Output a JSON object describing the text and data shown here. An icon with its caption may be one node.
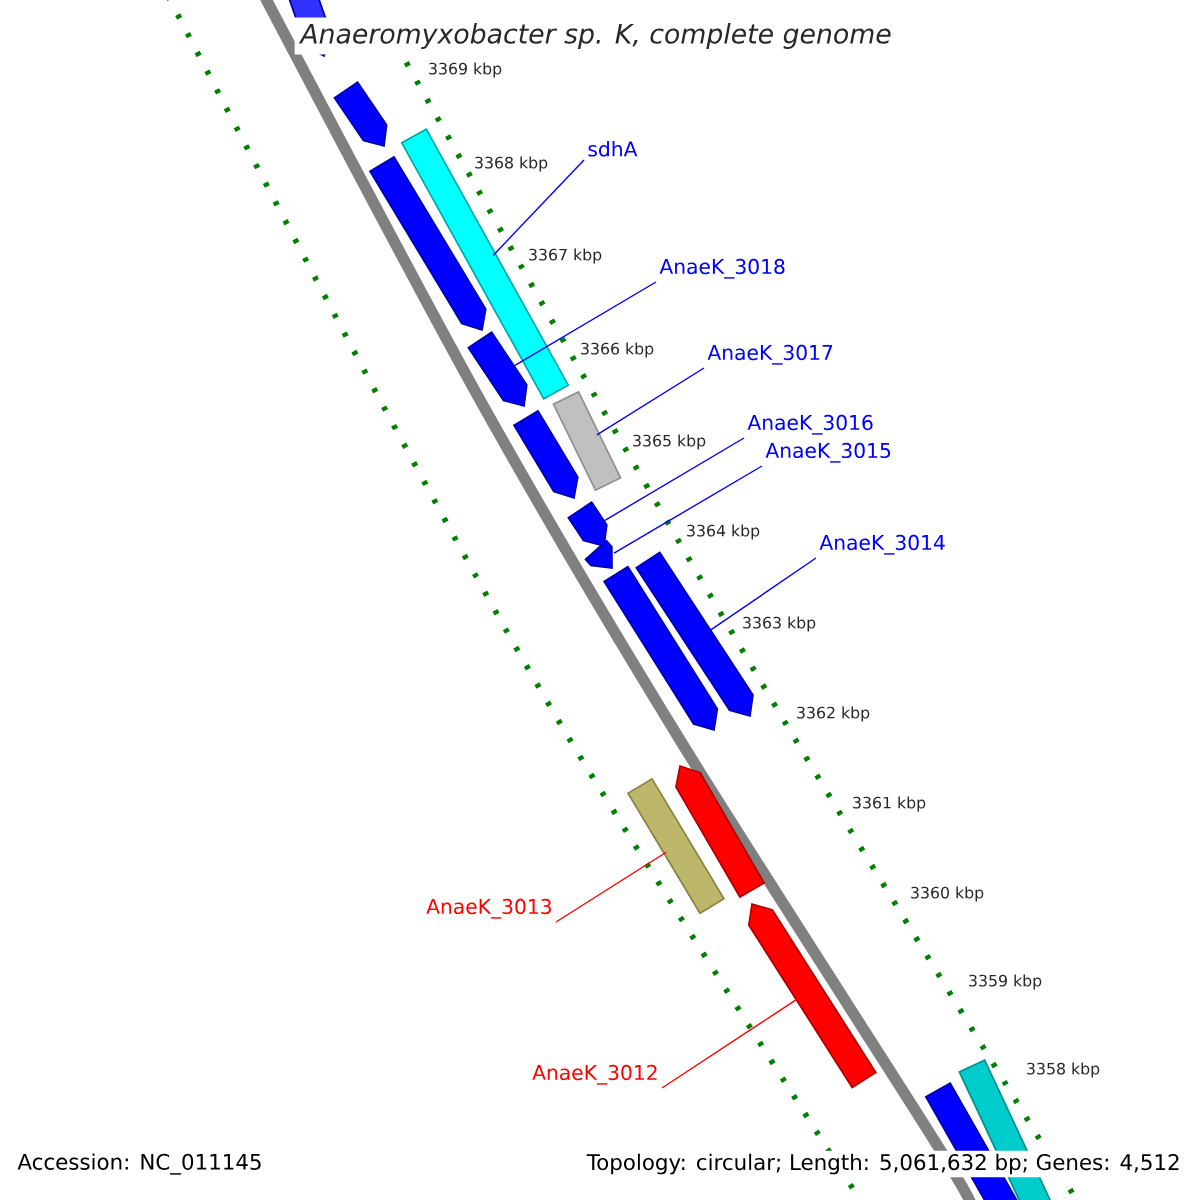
{
  "diagram": {
    "title": "Anaeromyxobacter sp. K, complete genome",
    "nodes": [
      {
        "text": [],
        "shape": "pentagon"
      },
      {
        "text": [],
        "shape": "pentagon"
      },
      {
        "text": [],
        "shape": "pentagon"
      },
      {
        "text": [],
        "shape": "box"
      },
      {
        "text": [],
        "shape": "pentagon"
      },
      {
        "text": [],
        "shape": "box"
      },
      {
        "text": [],
        "shape": "pentagon"
      },
      {
        "text": [],
        "shape": "pentagon"
      },
      {
        "text": [],
        "shape": "pentagon"
      },
      {
        "text": [],
        "shape": "pentagon"
      },
      {
        "text": [],
        "shape": "pentagon"
      },
      {
        "text": [],
        "shape": "pentagon"
      },
      {
        "text": [],
        "shape": "box"
      },
      {
        "text": [],
        "shape": "pentagon"
      },
      {
        "text": [],
        "shape": "box"
      },
      {
        "text": [],
        "shape": "box"
      },
      {
        "text": [
          "sdhA"
        ]
      },
      {
        "text": [
          "AnaeK_3018"
        ]
      },
      {
        "text": [
          "AnaeK_3017"
        ]
      },
      {
        "text": [
          "AnaeK_3016"
        ]
      },
      {
        "text": [
          "AnaeK_3015"
        ]
      },
      {
        "text": [
          "AnaeK_3014"
        ]
      },
      {
        "text": [
          "AnaeK_3013"
        ]
      },
      {
        "text": [
          "AnaeK_3012"
        ]
      }
    ],
    "edges": [
      {
        "from": 16,
        "to": 3,
        "arrow": "none"
      },
      {
        "from": 17,
        "to": 4,
        "arrow": "none"
      },
      {
        "from": 18,
        "to": 5,
        "arrow": "none"
      },
      {
        "from": 19,
        "to": 7,
        "arrow": "none"
      },
      {
        "from": 20,
        "to": 8,
        "arrow": "none"
      },
      {
        "from": 21,
        "to": 10,
        "arrow": "none"
      },
      {
        "from": 22,
        "to": 12,
        "arrow": "none",
        "color": "#ff0000"
      },
      {
        "from": 23,
        "to": 13,
        "arrow": "none",
        "color": "#ff0000"
      }
    ],
    "labels": [
      "3369 kbp",
      "3368 kbp",
      "3367 kbp",
      "3366 kbp",
      "3365 kbp",
      "3364 kbp",
      "3363 kbp",
      "3362 kbp",
      "3361 kbp",
      "3360 kbp",
      "3359 kbp",
      "3358 kbp",
      "Accession: NC_011145",
      "Topology: circular; Length: 5,061,632 bp; Genes: 4,512"
    ]
  }
}
